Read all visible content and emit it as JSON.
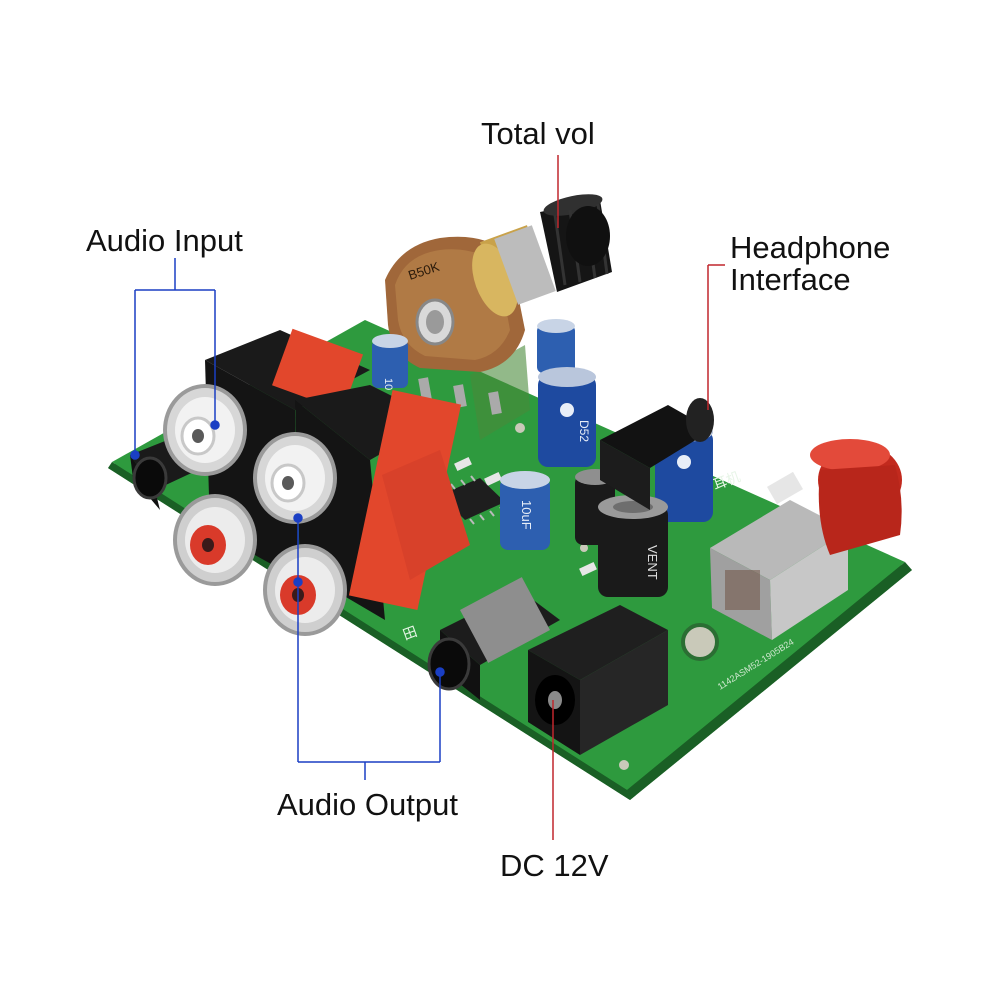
{
  "labels": {
    "total_vol": "Total vol",
    "audio_input": "Audio Input",
    "headphone_interface_line1": "Headphone",
    "headphone_interface_line2": "Interface",
    "audio_output": "Audio Output",
    "dc_12v": "DC 12V"
  },
  "component_markings": {
    "potentiometer": "B50K",
    "capacitor_small": "10uF",
    "capacitor_large": "VENT",
    "capacitor_blue": "D52"
  },
  "colors": {
    "background": "#ffffff",
    "pcb_green": "#2e9a3e",
    "callout_blue": "#1a3fc4",
    "callout_red": "#c0272d",
    "rca_red": "#e0492c",
    "rca_chrome": "#e6e6e6"
  }
}
